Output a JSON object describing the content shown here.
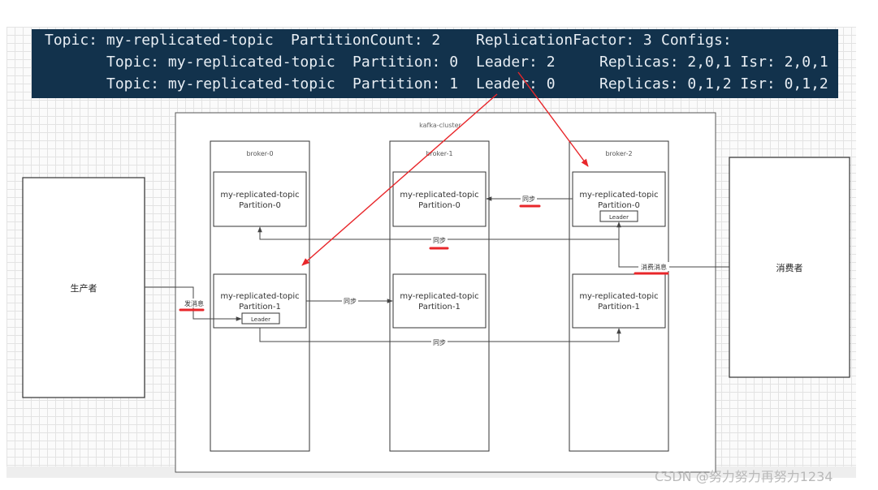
{
  "terminal": {
    "line1": {
      "topic": "Topic: my-replicated-topic",
      "partition_count": "PartitionCount: 2",
      "replication_factor": "ReplicationFactor: 3",
      "configs": "Configs:"
    },
    "line2": {
      "topic": "Topic: my-replicated-topic",
      "partition": "Partition: 0",
      "leader": "Leader: 2",
      "replicas_isr": "Replicas: 2,0,1 Isr: 2,0,1"
    },
    "line3": {
      "topic": "Topic: my-replicated-topic",
      "partition": "Partition: 1",
      "leader": "Leader: 0",
      "replicas_isr": "Replicas: 0,1,2 Isr: 0,1,2"
    }
  },
  "diagram": {
    "cluster_label": "kafka-cluster",
    "producer_label": "生产者",
    "consumer_label": "消费者",
    "brokers": [
      {
        "name": "broker-0",
        "p0": {
          "topic": "my-replicated-topic",
          "partition": "Partition-0"
        },
        "p1": {
          "topic": "my-replicated-topic",
          "partition": "Partition-1",
          "leader": "Leader"
        }
      },
      {
        "name": "broker-1",
        "p0": {
          "topic": "my-replicated-topic",
          "partition": "Partition-0"
        },
        "p1": {
          "topic": "my-replicated-topic",
          "partition": "Partition-1"
        }
      },
      {
        "name": "broker-2",
        "p0": {
          "topic": "my-replicated-topic",
          "partition": "Partition-0",
          "leader": "Leader"
        },
        "p1": {
          "topic": "my-replicated-topic",
          "partition": "Partition-1"
        }
      }
    ],
    "sync_label": "同步",
    "send_label": "发消息",
    "consume_label": "消费消息"
  },
  "colors": {
    "terminal_bg": "#12324c",
    "terminal_text": "#e8eef4",
    "annotation_red": "#e8262a",
    "line": "#444444"
  },
  "watermark": "CSDN @努力努力再努力1234"
}
